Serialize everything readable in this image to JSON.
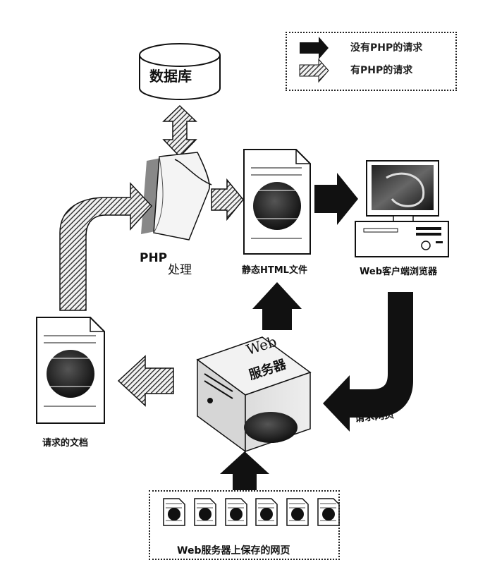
{
  "legend": {
    "no_php": "没有PHP的请求",
    "with_php": "有PHP的请求"
  },
  "labels": {
    "database": "数据库",
    "php_prefix": "PHP",
    "php_suffix": "处理",
    "static_html": "静态HTML文件",
    "browser": "Web客户端浏览器",
    "request_page": "请求网页",
    "requested_doc": "请求的文档",
    "server_line1": "Web",
    "server_line2": "服务器",
    "saved_pages": "Web服务器上保存的网页"
  },
  "icons": {
    "database": "database-cylinder-icon",
    "php": "php-processor-icon",
    "html_file": "document-globe-icon",
    "browser": "desktop-computer-icon",
    "server": "web-server-icon",
    "doc": "document-globe-icon"
  },
  "colors": {
    "solid_arrow": "#111111",
    "hatched_arrow": "#555555",
    "background": "#ffffff"
  }
}
